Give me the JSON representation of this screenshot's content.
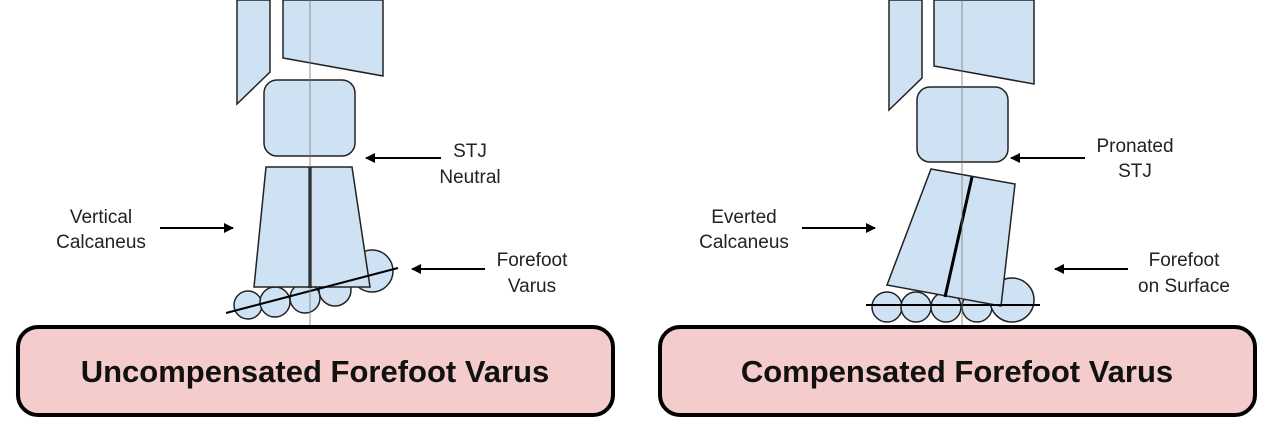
{
  "colors": {
    "bone_fill": "#cfe2f3",
    "title_box_fill": "#f4cccc",
    "outline": "#000000"
  },
  "left_panel": {
    "title": "Uncompensated Forefoot Varus",
    "labels": {
      "stj_line1": "STJ",
      "stj_line2": "Neutral",
      "calcaneus_line1": "Vertical",
      "calcaneus_line2": "Calcaneus",
      "forefoot_line1": "Forefoot",
      "forefoot_line2": "Varus"
    }
  },
  "right_panel": {
    "title": "Compensated Forefoot Varus",
    "labels": {
      "stj_line1": "Pronated",
      "stj_line2": "STJ",
      "calcaneus_line1": "Everted",
      "calcaneus_line2": "Calcaneus",
      "forefoot_line1": "Forefoot",
      "forefoot_line2": "on Surface"
    }
  }
}
